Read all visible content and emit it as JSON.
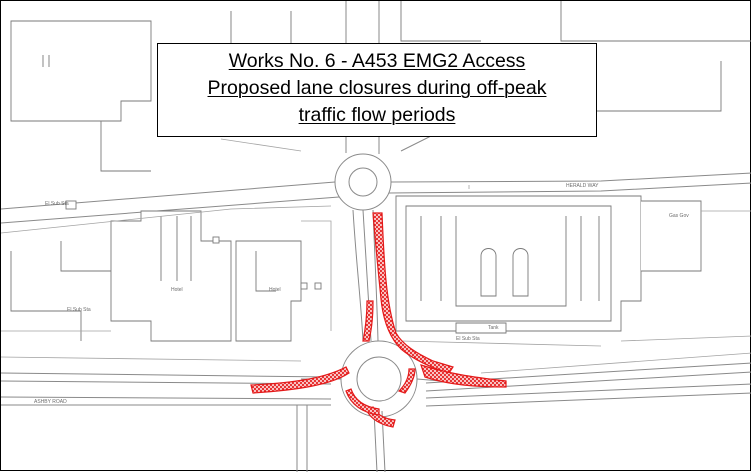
{
  "title": {
    "line1": "Works No. 6 - A453 EMG2 Access",
    "line2": "Proposed lane closures during off-peak",
    "line3": "traffic flow periods"
  },
  "map_labels": {
    "herald_way": "HERALD WAY",
    "ashby_road": "ASHBY ROAD",
    "el_sub_sta_1": "El Sub Sta",
    "el_sub_sta_2": "El Sub Sta",
    "el_sub_sta_3": "El Sub Sta",
    "hotel_1": "Hotel",
    "hotel_2": "Hotel",
    "tank": "Tank",
    "gas_gov": "Gas Gov"
  },
  "colors": {
    "closure": "#e41919",
    "road_line": "#8a8a8a",
    "frame": "#000000"
  }
}
